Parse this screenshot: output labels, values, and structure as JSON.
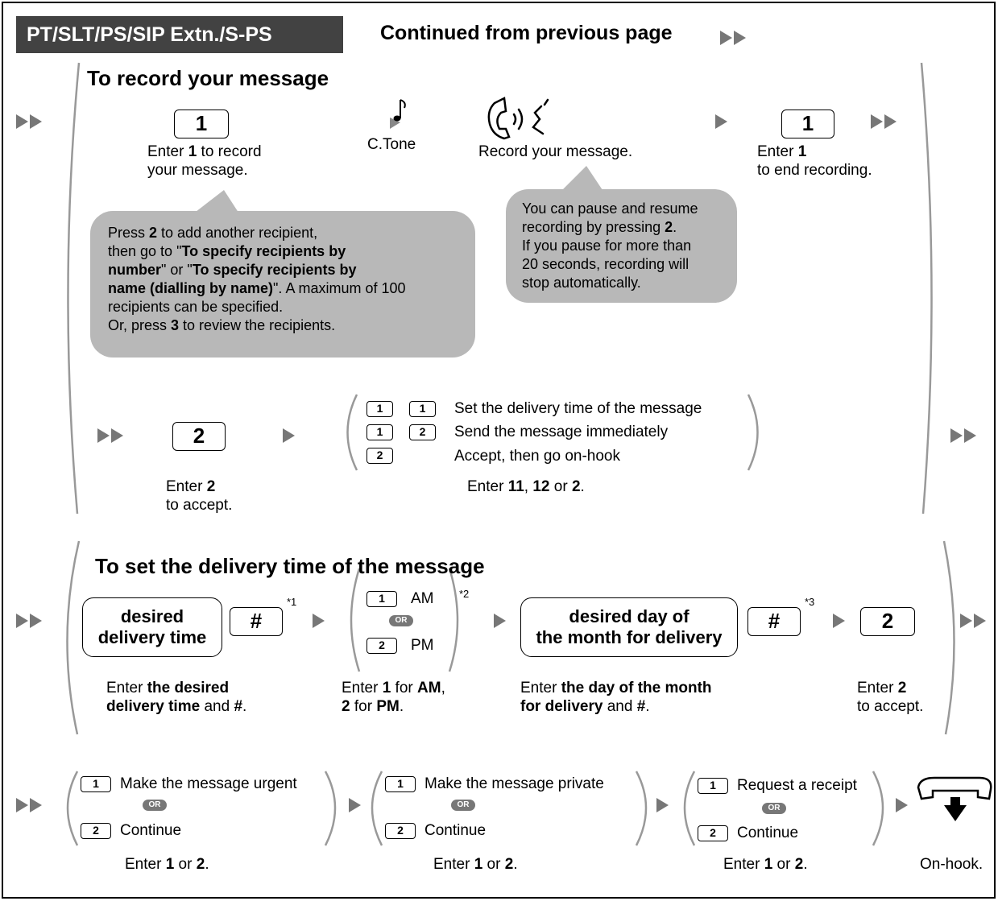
{
  "header": {
    "mode_tab": "PT/SLT/PS/SIP Extn./S-PS",
    "continued": "Continued from previous page"
  },
  "record": {
    "title": "To record your message",
    "key1": "1",
    "enter1_a": "Enter ",
    "enter1_b": "1",
    "enter1_c": " to record",
    "enter1_d": "your message.",
    "tone_label": "C.Tone",
    "record_label": "Record your message.",
    "key_end": "1",
    "end_a": "Enter ",
    "end_b": "1",
    "end_c": "to end recording.",
    "bubble_left": [
      "Press ",
      "2",
      " to add another recipient,",
      "then go to \"",
      "To specify recipients by",
      "number",
      "\" or \"",
      "To specify recipients by",
      "name (dialling by name)",
      "\".  A maximum of 100",
      "recipients can be specified.",
      "Or, press ",
      "3",
      " to review the recipients."
    ],
    "bubble_right": [
      "You can pause and resume",
      "recording by pressing ",
      "2",
      ".",
      "If you pause for more than",
      "20 seconds, recording will",
      "stop automatically."
    ],
    "key2": "2",
    "accept_a": "Enter ",
    "accept_b": "2",
    "accept_c": "to accept.",
    "options": [
      {
        "keys": [
          "1",
          "1"
        ],
        "label": "Set the delivery time of the message"
      },
      {
        "keys": [
          "1",
          "2"
        ],
        "label": "Send the message immediately"
      },
      {
        "keys": [
          "2"
        ],
        "label": "Accept, then go on-hook"
      }
    ],
    "opt_enter": [
      "Enter ",
      "11",
      ", ",
      "12",
      " or ",
      "2",
      "."
    ]
  },
  "delivery": {
    "title": "To set the delivery time of the message",
    "time_box": [
      "desired",
      "delivery time"
    ],
    "hash": "#",
    "sup1": "*1",
    "sup2": "*2",
    "sup3": "*3",
    "am_key": "1",
    "am": "AM",
    "or": "OR",
    "pm_key": "2",
    "pm": "PM",
    "day_box": [
      "desired day of",
      "the month for delivery"
    ],
    "accept_key": "2",
    "desc_time": [
      "Enter ",
      "the desired",
      "delivery time",
      " and ",
      "#",
      "."
    ],
    "desc_ampm": [
      "Enter ",
      "1",
      " for ",
      "AM",
      ",",
      "2",
      " for ",
      "PM",
      "."
    ],
    "desc_day": [
      "Enter ",
      "the day of the month",
      "for delivery",
      " and ",
      "#",
      "."
    ],
    "desc_accept": [
      "Enter ",
      "2",
      "to accept."
    ]
  },
  "options_row": {
    "groups": [
      {
        "opt1": "Make the message urgent",
        "opt2": "Continue"
      },
      {
        "opt1": "Make the message private",
        "opt2": "Continue"
      },
      {
        "opt1": "Request a receipt",
        "opt2": "Continue"
      }
    ],
    "key1": "1",
    "key2": "2",
    "or": "OR",
    "enter": [
      "Enter ",
      "1",
      " or ",
      "2",
      "."
    ],
    "onhook": "On-hook."
  }
}
